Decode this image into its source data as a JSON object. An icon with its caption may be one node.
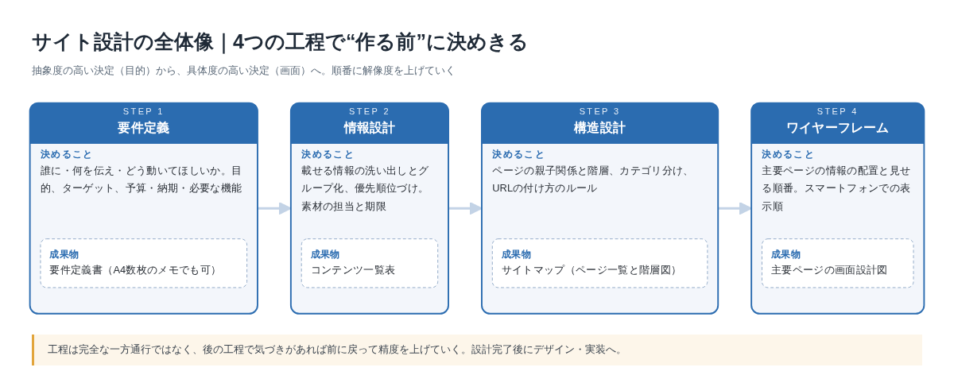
{
  "diagram": {
    "title": "サイト設計の全体像｜4つの工程で“作る前”に決めきる",
    "nodes": [
      {
        "text": [
          "STEP 1",
          "要件定義",
          "決めること",
          "誰に・何を伝え・どう動いてほしいか。目的、ターゲット、予算・納期・必要な機能"
        ]
      },
      {
        "text": [
          "成果物",
          "要件定義書（A4数枚のメモでも可）"
        ],
        "in": 0
      },
      {
        "text": [
          "STEP 2",
          "情報設計",
          "決めること",
          "載せる情報の洗い出しとグループ化、優先順位づけ。素材の担当と期限"
        ]
      },
      {
        "text": [
          "成果物",
          "コンテンツ一覧表"
        ],
        "in": 2
      },
      {
        "text": [
          "STEP 3",
          "構造設計",
          "決めること",
          "ページの親子関係と階層、カテゴリ分け、URLの付け方のルール"
        ]
      },
      {
        "text": [
          "成果物",
          "サイトマップ（ページ一覧と階層図）"
        ],
        "in": 4
      },
      {
        "text": [
          "STEP 4",
          "ワイヤーフレーム",
          "決めること",
          "主要ページの情報の配置と見せる順番。スマートフォンでの表示順"
        ]
      },
      {
        "text": [
          "成果物",
          "主要ページの画面設計図"
        ],
        "in": 6
      }
    ],
    "edges": [
      {
        "from": 0,
        "to": 2,
        "arrow": "to"
      },
      {
        "from": 2,
        "to": 4,
        "arrow": "to"
      },
      {
        "from": 4,
        "to": 6,
        "arrow": "to"
      }
    ],
    "labels": [
      "抽象度の高い決定（目的）から、具体度の高い決定（画面）へ。順番に解像度を上げていく",
      "工程は完全な一方通行ではなく、後の工程で気づきがあれば前に戻って精度を上げていく。設計完了後にデザイン・実装へ。"
    ]
  }
}
